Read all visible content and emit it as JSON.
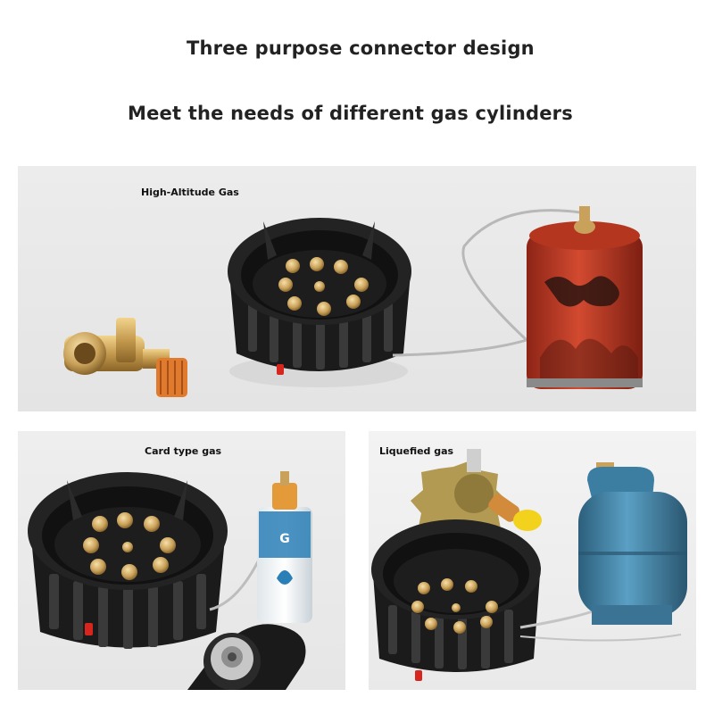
{
  "headline": {
    "line1": "Three purpose connector design",
    "line2": "Meet the needs of different gas cylinders"
  },
  "panels": {
    "top": {
      "label": "High-Altitude Gas"
    },
    "left": {
      "label": "Card type gas"
    },
    "right": {
      "label": "Liquefied gas"
    }
  },
  "colors": {
    "stove": "#1c1c1c",
    "burner_brass": "#c9a15a",
    "canister_red": "#c8402a",
    "lpg_blue": "#4a8fb3",
    "valve_orange": "#e07a2c"
  }
}
